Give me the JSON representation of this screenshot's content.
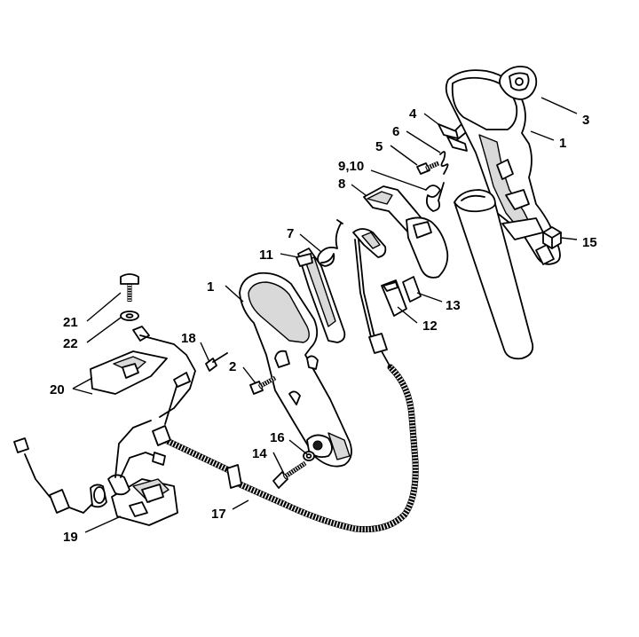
{
  "labels": {
    "p1a": "1",
    "p1b": "1",
    "p2": "2",
    "p3": "3",
    "p4": "4",
    "p5": "5",
    "p6": "6",
    "p7": "7",
    "p8": "8",
    "p9_10": "9,10",
    "p11": "11",
    "p12": "12",
    "p13": "13",
    "p14": "14",
    "p15": "15",
    "p16": "16",
    "p17": "17",
    "p18": "18",
    "p19": "19",
    "p20": "20",
    "p21": "21",
    "p22": "22"
  },
  "colors": {
    "line": "#000000",
    "fill": "#ffffff",
    "shade": "#d9d9d9"
  }
}
